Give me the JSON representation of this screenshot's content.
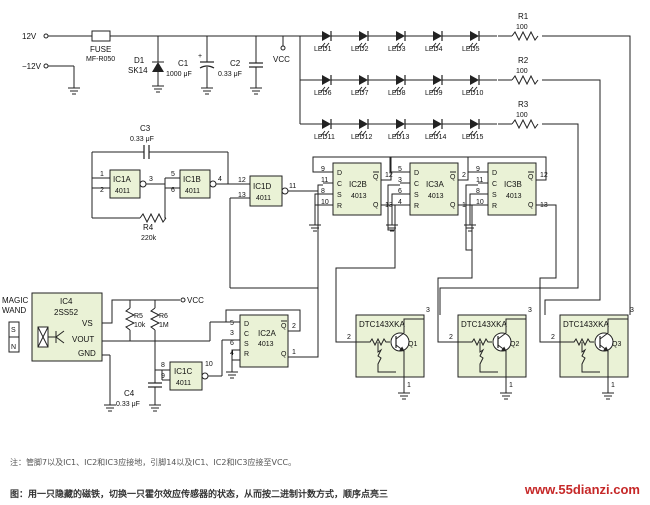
{
  "power": {
    "v12": "12V",
    "vneg12": "−12V",
    "fuse": "FUSE",
    "fuse_part": "MF-R050",
    "d1": "D1",
    "d1_part": "SK14",
    "c1": "C1",
    "c1_value": "1000 μF",
    "c2": "C2",
    "c2_value": "0.33 μF",
    "vcc": "VCC"
  },
  "leds": {
    "row1": [
      "LED1",
      "LED2",
      "LED3",
      "LED4",
      "LED5"
    ],
    "row2": [
      "LED6",
      "LED7",
      "LED8",
      "LED9",
      "LED10"
    ],
    "row3": [
      "LED11",
      "LED12",
      "LED13",
      "LED14",
      "LED15"
    ],
    "resistors": [
      {
        "name": "R1",
        "value": "100"
      },
      {
        "name": "R2",
        "value": "100"
      },
      {
        "name": "R3",
        "value": "100"
      }
    ]
  },
  "oscillator": {
    "c3": "C3",
    "c3_value": "0.33 μF",
    "r4": "R4",
    "r4_value": "220k",
    "ic1a": "IC1A",
    "ic1b": "IC1B",
    "ic1d": "IC1D",
    "part": "4011",
    "pins": {
      "p1": "1",
      "p2": "2",
      "p3": "3",
      "p4": "4",
      "p5": "5",
      "p6": "6",
      "p11": "11",
      "p12": "12",
      "p13": "13"
    }
  },
  "counters": [
    {
      "name": "IC2B",
      "part": "4013",
      "pins_left": [
        "9",
        "11",
        "8",
        "10"
      ],
      "q": "13",
      "qbar": "12"
    },
    {
      "name": "IC3A",
      "part": "4013",
      "pins_left": [
        "5",
        "3",
        "6",
        "4"
      ],
      "q": "1",
      "qbar": "2"
    },
    {
      "name": "IC3B",
      "part": "4013",
      "pins_left": [
        "9",
        "11",
        "8",
        "10"
      ],
      "q": "13",
      "qbar": "12"
    }
  ],
  "sensor": {
    "magic": "MAGIC",
    "wand": "WAND",
    "s_label": "S",
    "n_label": "N",
    "ic4": "IC4",
    "ic4_part": "2SS52",
    "vs": "VS",
    "vout": "VOUT",
    "gnd": "GND",
    "r5": "R5",
    "r5_value": "10k",
    "r6": "R6",
    "r6_value": "1M",
    "vcc": "VCC",
    "c4": "C4",
    "c4_value": "0.33 μF",
    "ic1c": "IC1C",
    "ic1c_part": "4011",
    "ic1c_pins": [
      "8",
      "9",
      "10"
    ],
    "ic2a": "IC2A",
    "ic2a_part": "4013",
    "ic2a_pins_left": [
      "5",
      "3",
      "6",
      "4"
    ],
    "ic2a_q": "1",
    "ic2a_qbar": "2"
  },
  "drivers": [
    {
      "name": "DTC143XKA",
      "q": "Q1",
      "pins": [
        "3",
        "2",
        "1"
      ]
    },
    {
      "name": "DTC143XKA",
      "q": "Q2",
      "pins": [
        "3",
        "2",
        "1"
      ]
    },
    {
      "name": "DTC143XKA",
      "q": "Q3",
      "pins": [
        "3",
        "2",
        "1"
      ]
    }
  ],
  "note": "注：管脚7以及IC1、IC2和IC3应接地，引脚14以及IC1、IC2和IC3应接至VCC。",
  "caption": "图：用一只隐藏的磁铁，切换一只霍尔效应传感器的状态，从而按二进制计数方式，顺序点亮三",
  "watermark": "www.55dianzi.com"
}
